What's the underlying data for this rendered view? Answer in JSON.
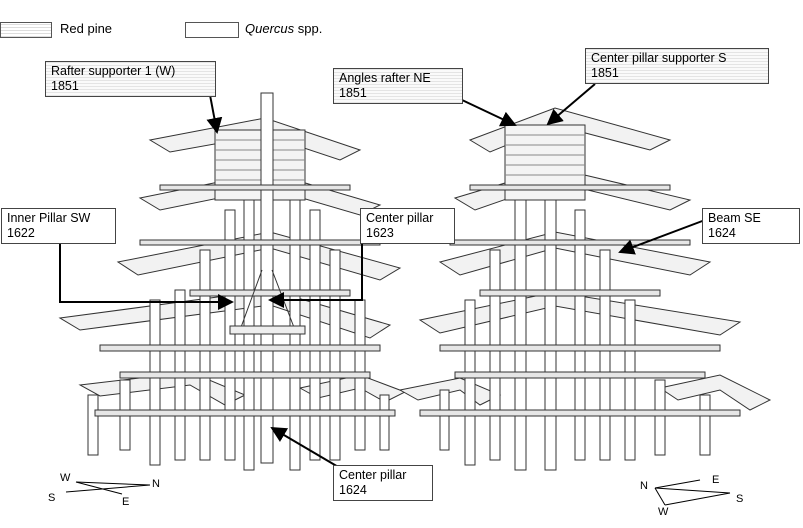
{
  "legend": [
    {
      "label": "Red pine",
      "italic": false
    },
    {
      "label": "Quercus",
      "suffix": " spp.",
      "italic": true
    }
  ],
  "callouts": {
    "rafter_supporter": {
      "name": "Rafter supporter 1 (W)",
      "year": "1851"
    },
    "inner_pillar": {
      "name": "Inner Pillar SW",
      "year": "1622"
    },
    "center_pillar_top": {
      "name": "Center pillar",
      "year": "1623"
    },
    "center_pillar_bottom": {
      "name": "Center pillar",
      "year": "1624"
    },
    "angles_rafter": {
      "name": "Angles rafter NE",
      "year": "1851"
    },
    "center_pillar_supporter": {
      "name": "Center pillar supporter S",
      "year": "1851"
    },
    "beam_se": {
      "name": "Beam SE",
      "year": "1624"
    }
  },
  "compass_left": {
    "w": "W",
    "n": "N",
    "s": "S",
    "e": "E"
  },
  "compass_right": {
    "n": "N",
    "e": "E",
    "s": "S",
    "w": "W"
  }
}
